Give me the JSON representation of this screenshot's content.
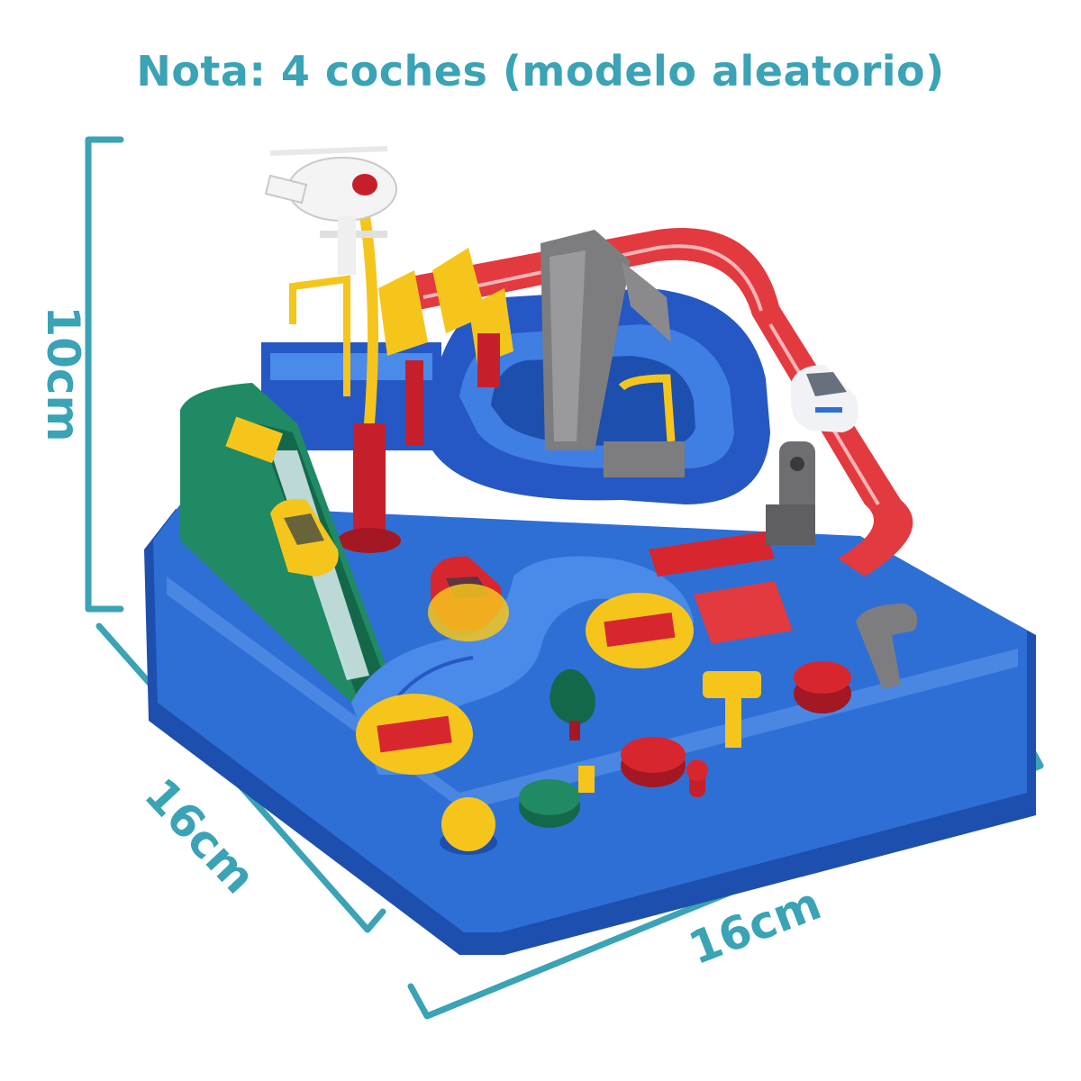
{
  "header": {
    "note": "Nota: 4 coches (modelo aleatorio)"
  },
  "dimensions": {
    "height": "10cm",
    "depth": "16cm",
    "width": "16cm"
  },
  "colors": {
    "accent": "#3aa3b5",
    "track_blue": "#2e6fd6",
    "track_dark_blue": "#1d4fae",
    "track_red": "#e23a3f",
    "ramp_green": "#1f8a63",
    "knob_yellow": "#f6c51c",
    "crane_gray": "#7d7d80"
  }
}
